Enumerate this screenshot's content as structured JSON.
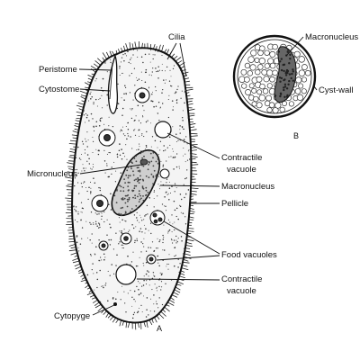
{
  "diagram_a": {
    "panel_label": "A",
    "labels": {
      "cilia": "Cilia",
      "peristome": "Peristome",
      "cytostome": "Cytostome",
      "contractile_vacuole_top_1": "Contractile",
      "contractile_vacuole_top_2": "vacuole",
      "micronucleus": "Micronucleus",
      "macronucleus": "Macronucleus",
      "pellicle": "Pellicle",
      "food_vacuoles": "Food vacuoles",
      "contractile_vacuole_bottom_1": "Contractile",
      "contractile_vacuole_bottom_2": "vacuole",
      "cytopyge": "Cytopyge"
    }
  },
  "diagram_b": {
    "panel_label": "B",
    "labels": {
      "macronucleus": "Macronucleus",
      "cyst_wall": "Cyst-wall"
    }
  }
}
